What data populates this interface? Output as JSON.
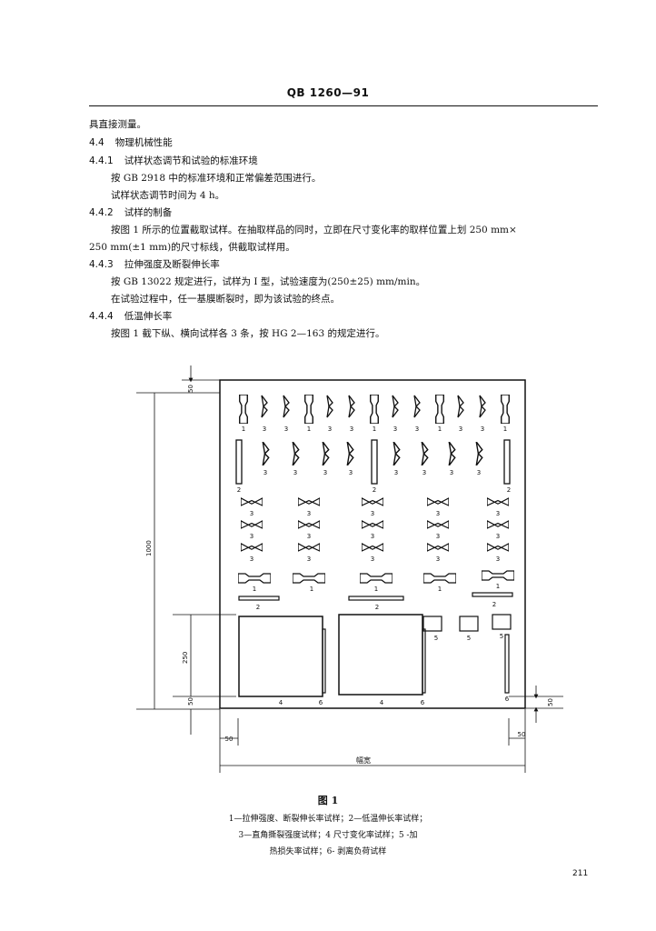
{
  "header": {
    "title": "QB 1260—91"
  },
  "body": {
    "l1": "具直接测量。",
    "s44": {
      "num": "4.4",
      "text": "物理机械性能"
    },
    "s441": {
      "num": "4.4.1",
      "text": "试样状态调节和试验的标准环境"
    },
    "p1": "按 GB 2918 中的标准环境和正常偏差范围进行。",
    "p2": "试样状态调节时间为 4 h。",
    "s442": {
      "num": "4.4.2",
      "text": "试样的制备"
    },
    "p3": "按图 1 所示的位置截取试样。在抽取样品的同时，立即在尺寸变化率的取样位置上划 250 mm×",
    "p4": "250 mm(±1 mm)的尺寸标线，供截取试样用。",
    "s443": {
      "num": "4.4.3",
      "text": "拉伸强度及断裂伸长率"
    },
    "p5": "按 GB 13022 规定进行，试样为 I 型，试验速度为(250±25) mm/min。",
    "p6": "在试验过程中，任一基膜断裂时，即为该试验的终点。",
    "s444": {
      "num": "4.4.4",
      "text": "低温伸长率"
    },
    "p7": "按图 1 截下纵、横向试样各 3 条，按 HG 2—163 的规定进行。"
  },
  "figure": {
    "dims": {
      "top": "50",
      "height": "1000",
      "sample": "250",
      "bottom": "50",
      "right_bottom": "50",
      "left_margin": "50",
      "right_margin": "50",
      "width": "幅宽"
    },
    "row1_labels": [
      "1",
      "3",
      "3",
      "1",
      "3",
      "3",
      "1",
      "3",
      "3",
      "1",
      "3",
      "3",
      "1"
    ],
    "row2_labels": [
      "2",
      "3",
      "3",
      "3",
      "3",
      "2",
      "3",
      "3",
      "3",
      "3",
      "2"
    ],
    "row3_labels": [
      "3",
      "3",
      "3",
      "3",
      "3"
    ],
    "row4_labels": [
      "1",
      "1",
      "1",
      "1",
      "1"
    ],
    "row5_labels": [
      "2",
      "2",
      "2"
    ],
    "row6_labels": [
      "5",
      "5",
      "5"
    ],
    "row7_labels": [
      "4",
      "6",
      "4",
      "6",
      "6"
    ],
    "title": "图 1",
    "caption": [
      "1—拉伸强度、断裂伸长率试样；2—低温伸长率试样；",
      "3—直角撕裂强度试样；4  尺寸变化率试样；5 -加",
      "热损失率试样；6- 剥离负荷试样"
    ]
  },
  "footer": {
    "page": "211"
  }
}
